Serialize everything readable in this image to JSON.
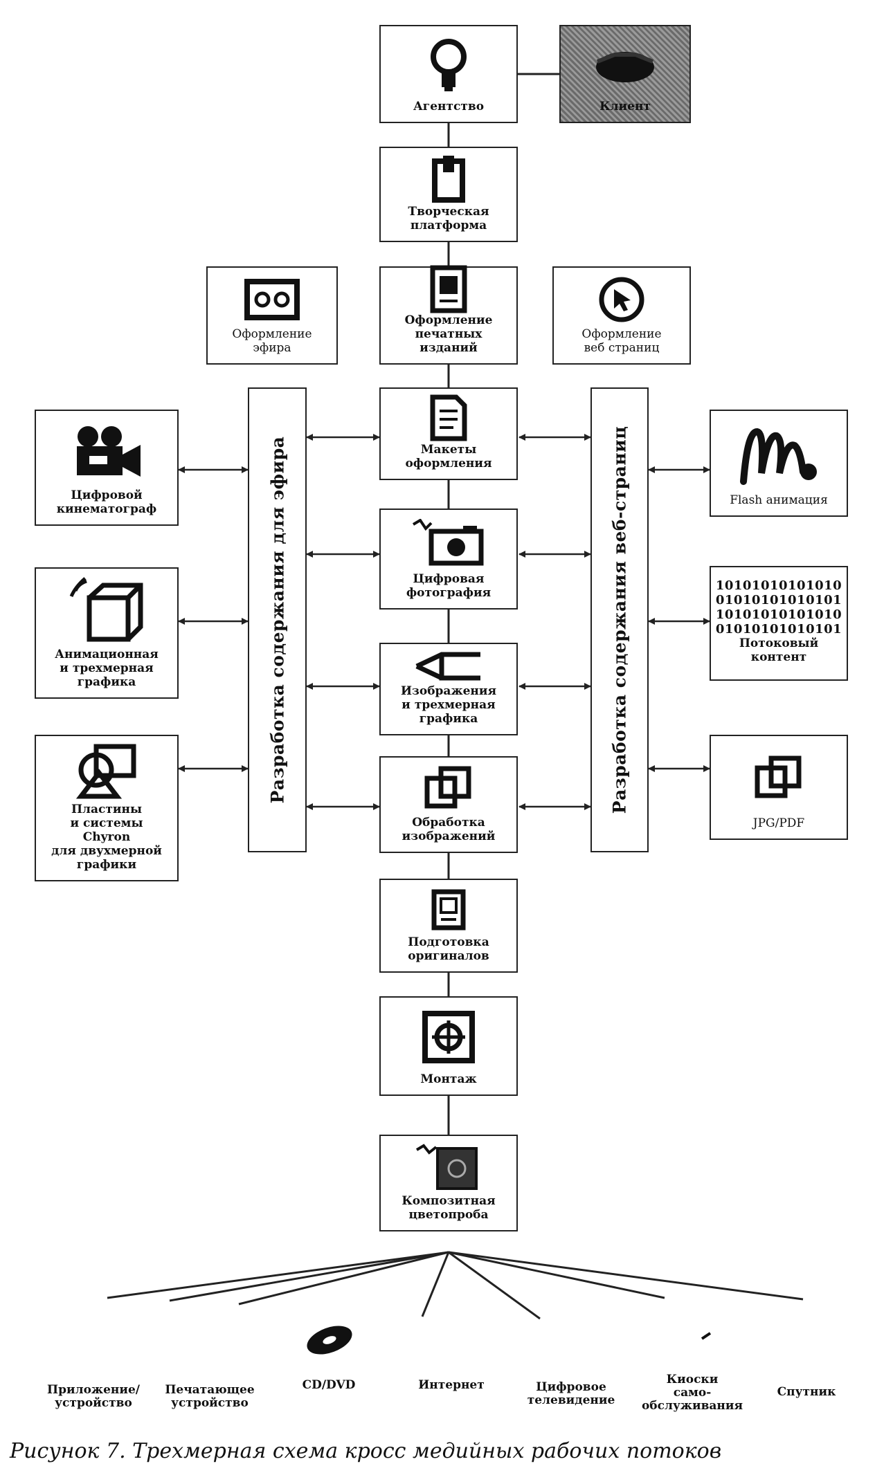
{
  "nodes": {
    "agency": "Агентство",
    "client": "Клиент",
    "creative": "Творческая\nплатформа",
    "broadcast": "Оформление\nэфира",
    "print": "Оформление\nпечатных изданий",
    "web": "Оформление\nвеб страниц",
    "layouts": "Макеты\nоформления",
    "photo": "Цифровая\nфотография",
    "images3d": "Изображения\nи трехмерная\nграфика",
    "imgproc": "Обработка\nизображений",
    "prepress": "Подготовка\nоригиналов",
    "montage": "Монтаж",
    "proof": "Композитная\nцветопроба",
    "cinema": "Цифровой\nкинематограф",
    "anim3d": "Анимационная\nи трехмерная\nграфика",
    "chyron": "Пластины\nи системы\nChyron\nдля двухмерной\nграфики",
    "flash": "Flash анимация",
    "stream_bits": [
      "10101010101010",
      "01010101010101",
      "10101010101010",
      "01010101010101"
    ],
    "stream": "Потоковый\nконтент",
    "jpgpdf": "JPG/PDF"
  },
  "bars": {
    "left": "Разработка содержания для эфира",
    "right": "Разработка содержания веб-страниц"
  },
  "outputs": {
    "app": "Приложение/\nустройство",
    "printer": "Печатающее\nустройство",
    "cd": "CD/DVD",
    "internet": "Интернет",
    "tv": "Цифровое\nтелевидение",
    "kiosk": "Киоски\nсамо-\nобслуживания",
    "satellite": "Спутник"
  },
  "caption": "Рисунок 7. Трехмерная схема кросс медийных рабочих потоков"
}
